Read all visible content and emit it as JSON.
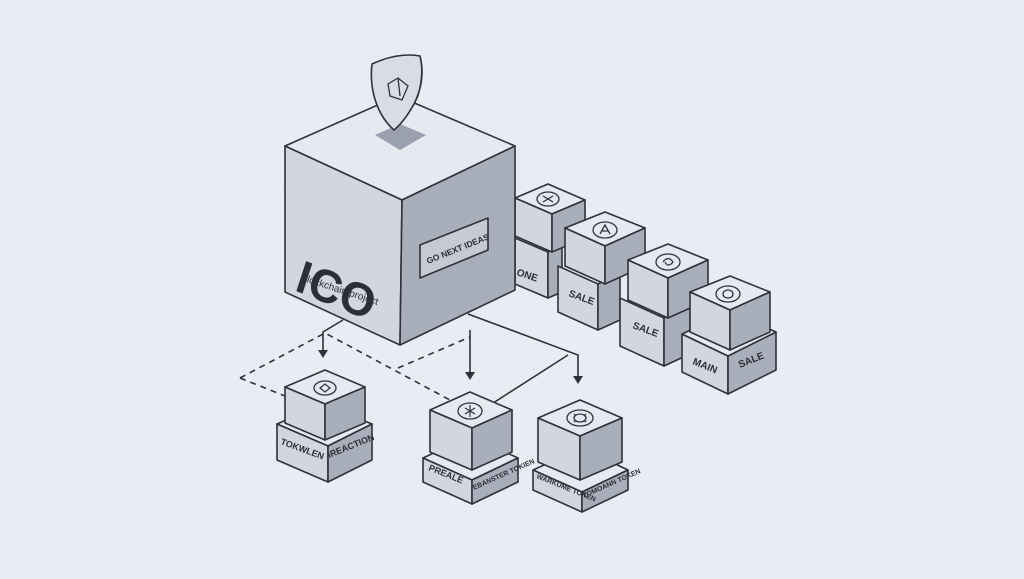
{
  "main_cube": {
    "title": "ICO",
    "subtitle": "Blockchain project",
    "side_label": "GO NEXT IDEAS"
  },
  "shield": {
    "icon": "shield-icon"
  },
  "right_stack": [
    {
      "label": "ONE",
      "icon": "x-icon"
    },
    {
      "label": "SALE",
      "icon": "a-icon"
    },
    {
      "label": "SALE",
      "icon": "spiral-icon"
    },
    {
      "label_left": "MAIN",
      "label_right": "SALE",
      "icon": "circle-icon"
    }
  ],
  "bottom_nodes": [
    {
      "label_left": "TOKWLEN",
      "label_right": "IREACTION",
      "icon": "diamond-icon"
    },
    {
      "label_left": "PREALE",
      "label_right": "EBANSTER TOKIEN",
      "icon": "cross-icon"
    },
    {
      "label_left": "WARKUME TOKEN",
      "label_right": "TOMOANN TOKEN",
      "icon": "gear-icon"
    }
  ],
  "colors": {
    "background": "#e9ecf2",
    "top_face": "#e6e9ef",
    "left_face": "#d2d6de",
    "right_face": "#a9aebb",
    "stroke": "#2e323a"
  }
}
